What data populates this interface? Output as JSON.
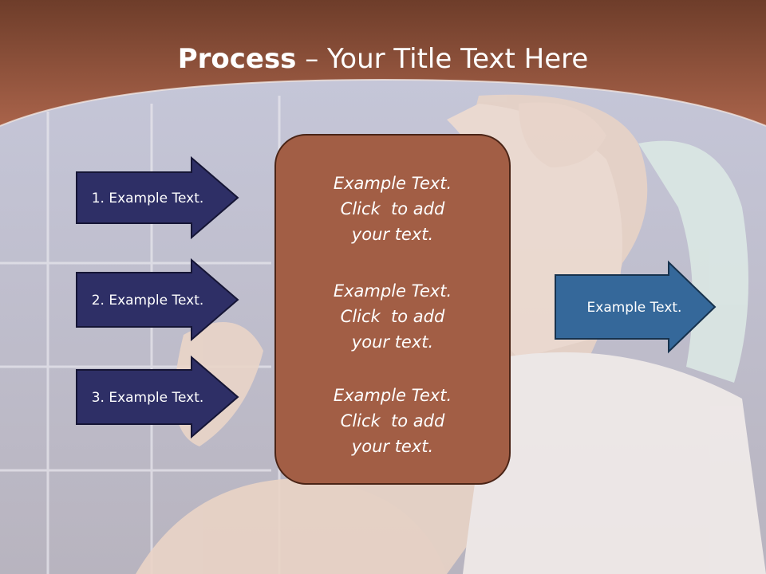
{
  "header": {
    "title_bold": "Process",
    "title_rest": " – Your Title Text Here"
  },
  "steps": [
    {
      "label": "1. Example Text."
    },
    {
      "label": "2. Example Text."
    },
    {
      "label": "3. Example Text."
    }
  ],
  "center": {
    "items": [
      {
        "lines": [
          "Example Text.",
          "Click  to add",
          "your text."
        ]
      },
      {
        "lines": [
          "Example Text.",
          "Click  to add",
          "your text."
        ]
      },
      {
        "lines": [
          "Example Text.",
          "Click  to add",
          "your text."
        ]
      }
    ]
  },
  "output": {
    "label": "Example Text."
  },
  "colors": {
    "header_brown": "#9f5c42",
    "center_box": "#a25e45",
    "step_arrow": "#2e2f66",
    "output_arrow": "#35689a"
  }
}
